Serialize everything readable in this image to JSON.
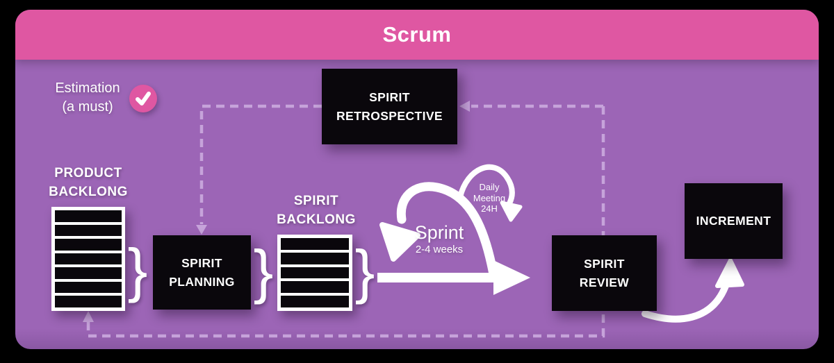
{
  "title": "Scrum",
  "colors": {
    "outer_black": "#000000",
    "header_pink": "#df57a2",
    "body_purple": "#9c65b6",
    "dashed_lavender": "#c6a3da",
    "box_black": "#0a070c",
    "white": "#ffffff"
  },
  "estimation": {
    "line1": "Estimation",
    "line2": "(a must)",
    "icon": "check-icon"
  },
  "backlogs": {
    "product": {
      "line1": "PRODUCT",
      "line2": "BACKLONG",
      "rows": 7
    },
    "sprint": {
      "line1": "SPIRIT",
      "line2": "BACKLONG",
      "rows": 5
    }
  },
  "boxes": {
    "retrospective": {
      "line1": "SPIRIT",
      "line2": "RETROSPECTIVE"
    },
    "planning": {
      "line1": "SPIRIT",
      "line2": "PLANNING"
    },
    "review": {
      "line1": "SPIRIT",
      "line2": "REVIEW"
    },
    "increment": {
      "label": "INCREMENT"
    }
  },
  "sprint_loop": {
    "label": "Sprint",
    "sublabel": "2-4 weeks"
  },
  "daily_meeting": {
    "line1": "Daily",
    "line2": "Meeting",
    "line3": "24H"
  },
  "brace_char": "}"
}
